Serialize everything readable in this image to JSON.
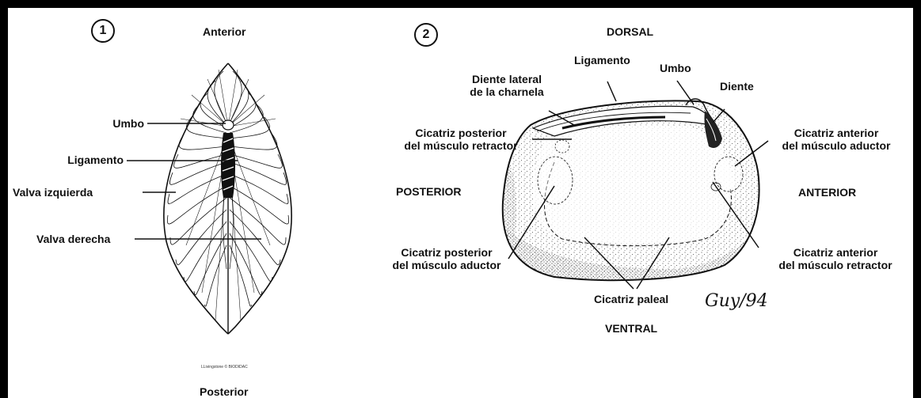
{
  "figure1": {
    "number": "1",
    "top": "Anterior",
    "bottom": "Posterior",
    "labels": {
      "umbo": "Umbo",
      "ligamento": "Ligamento",
      "valva_izquierda": "Valva izquierda",
      "valva_derecha": "Valva derecha"
    },
    "credit": "LLivingstone © BIODIDAC"
  },
  "figure2": {
    "number": "2",
    "dorsal": "DORSAL",
    "ventral": "VENTRAL",
    "posterior": "POSTERIOR",
    "anterior": "ANTERIOR",
    "labels": {
      "ligamento": "Ligamento",
      "umbo": "Umbo",
      "diente": "Diente",
      "diente_lateral_1": "Diente lateral",
      "diente_lateral_2": "de la charnela",
      "cic_post_retractor_1": "Cicatriz posterior",
      "cic_post_retractor_2": "del músculo retractor",
      "cic_ant_aductor_1": "Cicatriz anterior",
      "cic_ant_aductor_2": "del músculo aductor",
      "cic_post_aductor_1": "Cicatriz posterior",
      "cic_post_aductor_2": "del músculo aductor",
      "cic_ant_retractor_1": "Cicatriz anterior",
      "cic_ant_retractor_2": "del músculo retractor",
      "cicatriz_paleal": "Cicatriz paleal"
    },
    "signature": "Guy/94"
  }
}
